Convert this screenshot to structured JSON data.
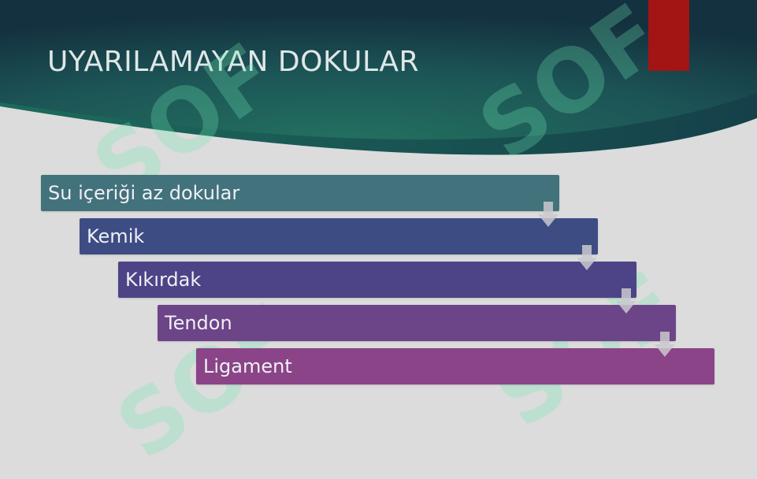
{
  "slide": {
    "title": "UYARILAMAYAN DOKULAR"
  },
  "process": {
    "steps": [
      {
        "label": "Su içeriği az dokular",
        "color": "#42727c"
      },
      {
        "label": "Kemik",
        "color": "#3e4c84"
      },
      {
        "label": "Kıkırdak",
        "color": "#4c4487"
      },
      {
        "label": "Tendon",
        "color": "#6c4488"
      },
      {
        "label": "Ligament",
        "color": "#8a4487"
      }
    ]
  },
  "colors": {
    "header_dark": "#173a48",
    "header_mid": "#1f5e58",
    "accent": "#a31414",
    "background": "#dcdcdc",
    "arrow": "#c9c9ce"
  },
  "watermark": {
    "text": "SOF"
  }
}
